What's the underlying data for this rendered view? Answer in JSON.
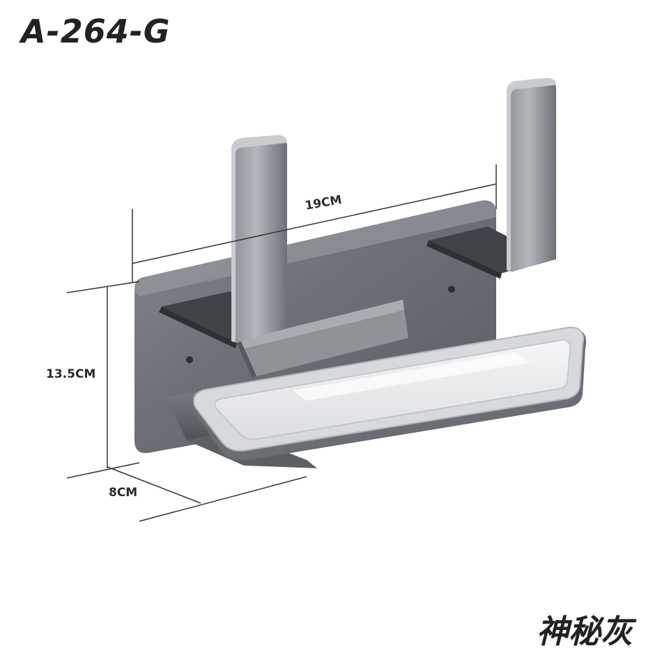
{
  "product": {
    "model": "A-264-G",
    "color_name": "神秘灰"
  },
  "dimensions": {
    "width": "19CM",
    "height": "13.5CM",
    "depth": "8CM"
  },
  "colors": {
    "metal_dark": "#5c5f65",
    "metal_mid": "#7d8087",
    "metal_light": "#b9bcc1",
    "tray_clear": "#e9eaec",
    "dimension_line": "#333333"
  }
}
